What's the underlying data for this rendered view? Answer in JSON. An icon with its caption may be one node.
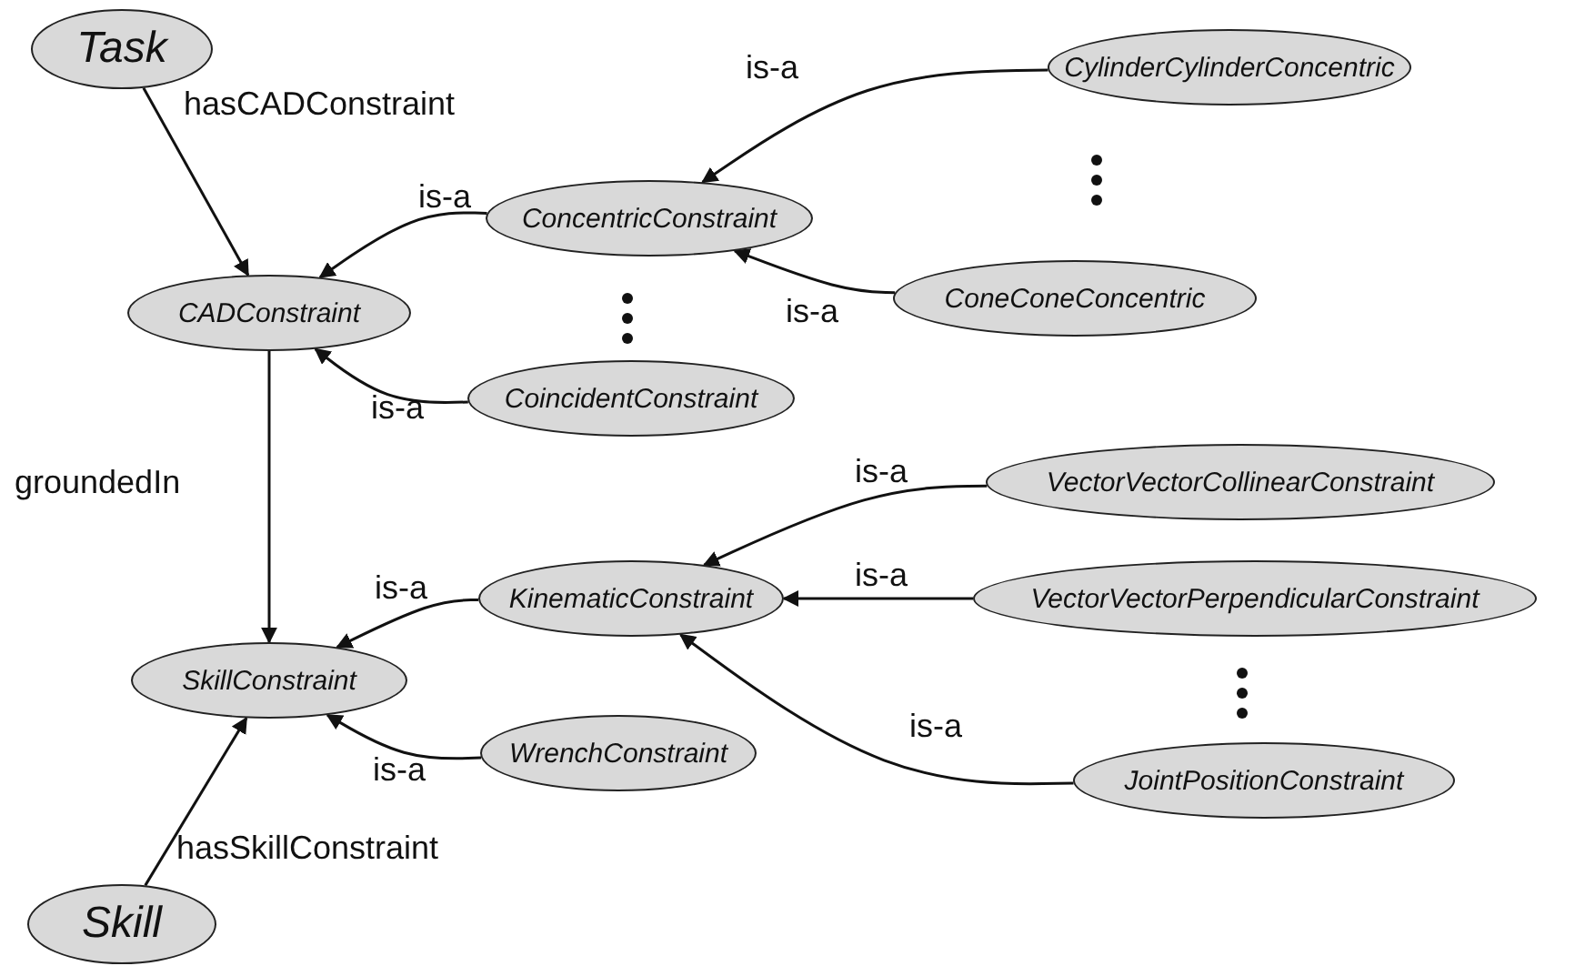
{
  "diagram": {
    "nodes": [
      {
        "text": [
          "Task"
        ]
      },
      {
        "text": [
          "CADConstraint"
        ]
      },
      {
        "text": [
          "ConcentricConstraint"
        ]
      },
      {
        "text": [
          "CylinderCylinderConcentric"
        ]
      },
      {
        "text": [
          "ConeConeConcentric"
        ]
      },
      {
        "text": [
          "CoincidentConstraint"
        ]
      },
      {
        "text": [
          "SkillConstraint"
        ]
      },
      {
        "text": [
          "KinematicConstraint"
        ]
      },
      {
        "text": [
          "VectorVectorCollinearConstraint"
        ]
      },
      {
        "text": [
          "VectorVectorPerpendicularConstraint"
        ]
      },
      {
        "text": [
          "JointPositionConstraint"
        ]
      },
      {
        "text": [
          "WrenchConstraint"
        ]
      },
      {
        "text": [
          "Skill"
        ]
      }
    ],
    "edges": [
      {
        "from": 0,
        "to": 1,
        "arrow": "to",
        "label": "hasCADConstraint"
      },
      {
        "from": 2,
        "to": 1,
        "arrow": "to",
        "label": "is-a"
      },
      {
        "from": 3,
        "to": 2,
        "arrow": "to",
        "label": "is-a"
      },
      {
        "from": 4,
        "to": 2,
        "arrow": "to",
        "label": "is-a"
      },
      {
        "from": 5,
        "to": 1,
        "arrow": "to",
        "label": "is-a"
      },
      {
        "from": 1,
        "to": 6,
        "arrow": "to",
        "label": "groundedIn"
      },
      {
        "from": 7,
        "to": 6,
        "arrow": "to",
        "label": "is-a"
      },
      {
        "from": 8,
        "to": 7,
        "arrow": "to",
        "label": "is-a"
      },
      {
        "from": 9,
        "to": 7,
        "arrow": "to",
        "label": "is-a"
      },
      {
        "from": 10,
        "to": 7,
        "arrow": "to",
        "label": "is-a"
      },
      {
        "from": 11,
        "to": 6,
        "arrow": "to",
        "label": "is-a"
      },
      {
        "from": 12,
        "to": 6,
        "arrow": "to",
        "label": "hasSkillConstraint"
      }
    ]
  }
}
